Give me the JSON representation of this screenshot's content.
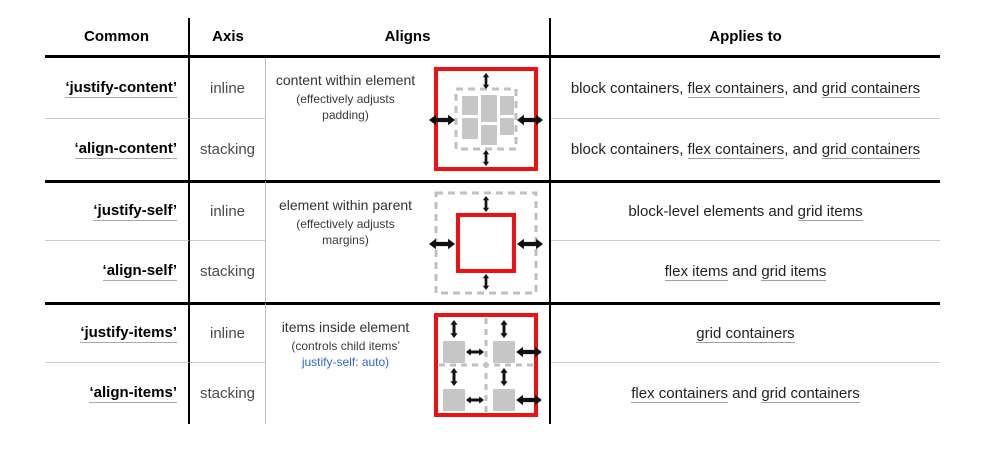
{
  "header": {
    "common": "Common",
    "axis": "Axis",
    "aligns": "Aligns",
    "applies_to": "Applies to"
  },
  "sections": [
    {
      "aligns": {
        "title": "content within element",
        "note": "(effectively adjusts padding)",
        "note_link": "",
        "diagram": "content-distribution-diagram"
      },
      "rows": [
        {
          "property": "‘justify-content’",
          "axis": "inline",
          "applies": [
            {
              "t": "block containers, ",
              "u": false
            },
            {
              "t": "flex containers",
              "u": true
            },
            {
              "t": ", and ",
              "u": false
            },
            {
              "t": "grid containers",
              "u": true
            }
          ]
        },
        {
          "property": "‘align-content’",
          "axis": "stacking",
          "applies": [
            {
              "t": "block containers, ",
              "u": false
            },
            {
              "t": "flex containers",
              "u": true
            },
            {
              "t": ", and ",
              "u": false
            },
            {
              "t": "grid containers",
              "u": true
            }
          ]
        }
      ]
    },
    {
      "aligns": {
        "title": "element within parent",
        "note": "(effectively adjusts margins)",
        "note_link": "",
        "diagram": "self-alignment-diagram"
      },
      "rows": [
        {
          "property": "‘justify-self’",
          "axis": "inline",
          "applies": [
            {
              "t": "block-level elements and ",
              "u": false
            },
            {
              "t": "grid items",
              "u": true
            }
          ]
        },
        {
          "property": "‘align-self’",
          "axis": "stacking",
          "applies": [
            {
              "t": "flex items",
              "u": true
            },
            {
              "t": " and ",
              "u": false
            },
            {
              "t": "grid items",
              "u": true
            }
          ]
        }
      ]
    },
    {
      "aligns": {
        "title": "items inside element",
        "note": "(controls child items’",
        "note_link": "justify-self: auto)",
        "diagram": "items-alignment-diagram"
      },
      "rows": [
        {
          "property": "‘justify-items’",
          "axis": "inline",
          "applies": [
            {
              "t": "grid containers",
              "u": true
            }
          ]
        },
        {
          "property": "‘align-items’",
          "axis": "stacking",
          "applies": [
            {
              "t": "flex containers",
              "u": true
            },
            {
              "t": " and ",
              "u": false
            },
            {
              "t": "grid containers",
              "u": true
            }
          ]
        }
      ]
    }
  ],
  "colors": {
    "accent_red": "#ee1111",
    "block_gray": "#c6c6c6",
    "dashed_gray": "#c0c0c0",
    "link_blue": "#3366cc",
    "rule_black": "#000000",
    "rule_light": "#cccccc"
  }
}
